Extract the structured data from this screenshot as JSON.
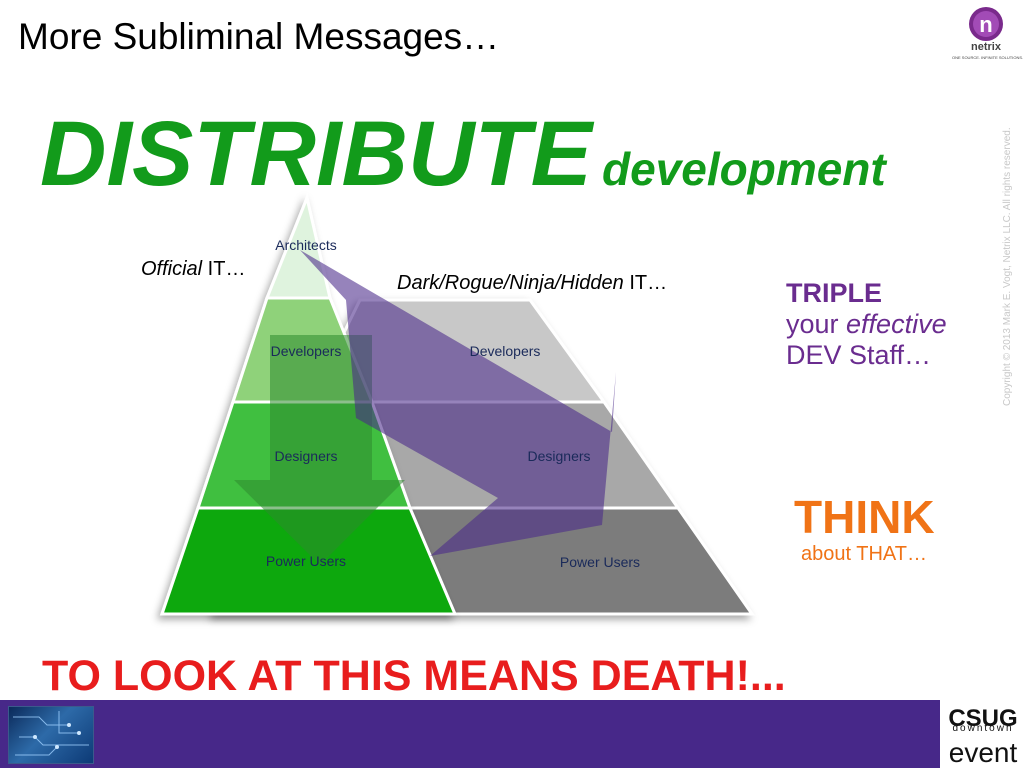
{
  "slide": {
    "title": "More Subliminal Messages…",
    "logo_text": "netrix",
    "logo_letter": "n",
    "logo_tagline": "ONE SOURCE. INFINITE SOLUTIONS.",
    "copyright": "Copyright © 2013 Mark E. Vogt, Netrix LLC. All rights reserved."
  },
  "headline": {
    "main": "DISTRIBUTE",
    "sub": "development"
  },
  "diagram": {
    "official_label": {
      "italic": "Official",
      "rest": " IT…"
    },
    "dark_label": {
      "italic": "Dark/Rogue/Ninja/Hidden",
      "rest": " IT…"
    },
    "official_levels": [
      "Architects",
      "Developers",
      "Designers",
      "Power Users"
    ],
    "dark_levels": [
      "Developers",
      "Designers",
      "Power Users"
    ]
  },
  "callout_triple": {
    "line1": "TRIPLE",
    "line2_pre": "your ",
    "line2_italic": "effective",
    "line3": "DEV Staff…"
  },
  "callout_think": {
    "main": "THINK",
    "sub": "about THAT…"
  },
  "warning": "TO LOOK AT THIS MEANS DEATH!...",
  "footer": {
    "event_title": "CSUG",
    "event_sub": "downtown",
    "event_word": "event"
  },
  "colors": {
    "green": "#129b1b",
    "purple": "#6a2c8f",
    "orange": "#f07316",
    "red": "#e81d1d",
    "footer": "#472889"
  }
}
